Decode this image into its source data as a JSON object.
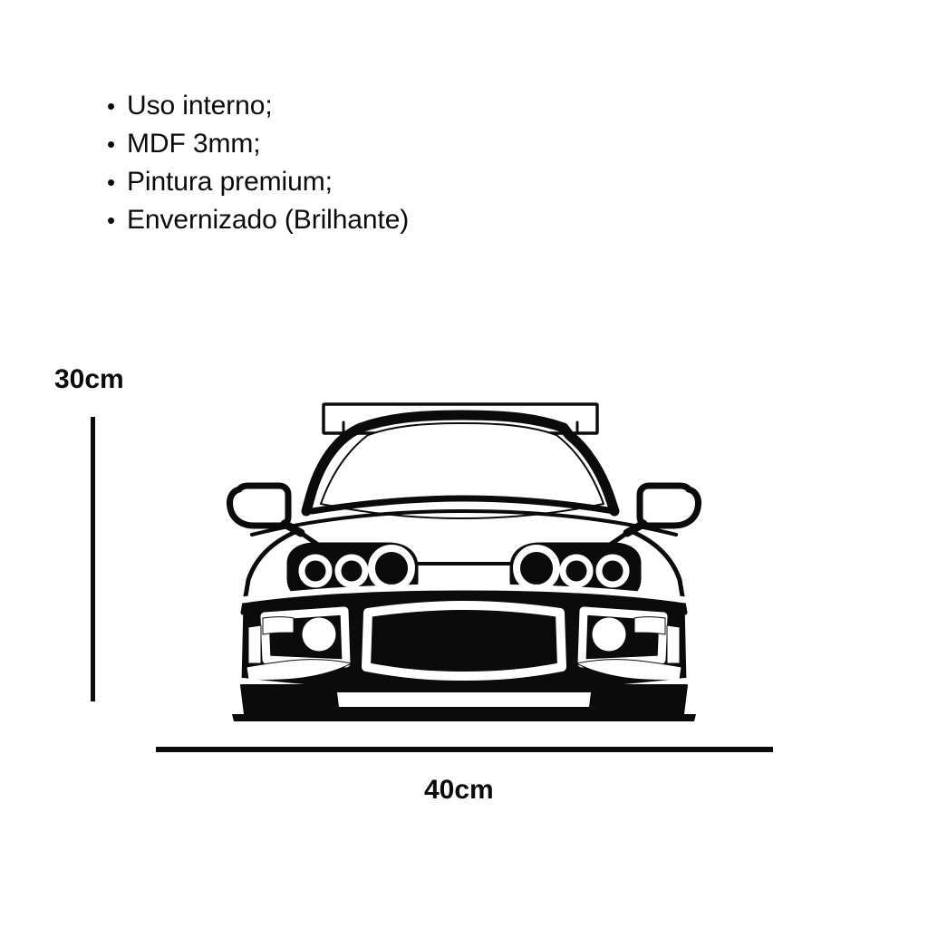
{
  "page": {
    "background_color": "#ffffff",
    "ink_color": "#0b0b0b",
    "language": "pt-BR"
  },
  "spec_list": {
    "bullet_glyph": "•",
    "items": [
      {
        "label": "Uso interno;"
      },
      {
        "label": "MDF 3mm;"
      },
      {
        "label": "Pintura premium;"
      },
      {
        "label": "Envernizado (Brilhante)"
      }
    ]
  },
  "dimensions": {
    "height": {
      "label": "30cm",
      "value": 30,
      "unit": "cm"
    },
    "width": {
      "label": "40cm",
      "value": 40,
      "unit": "cm"
    }
  },
  "illustration": {
    "subject": "sports-car-front-view-silhouette",
    "style": "black-line-art",
    "stroke_color": "#0b0b0b",
    "fill_color": "#ffffff",
    "parts": [
      "rear-wing-spoiler",
      "roof",
      "windshield",
      "a-pillar-left",
      "a-pillar-right",
      "side-mirror-left",
      "side-mirror-right",
      "hood",
      "headlight-left",
      "headlight-right",
      "front-grille",
      "bumper",
      "fog-light-left",
      "fog-light-right",
      "center-air-intake",
      "front-lip-splitter"
    ]
  }
}
